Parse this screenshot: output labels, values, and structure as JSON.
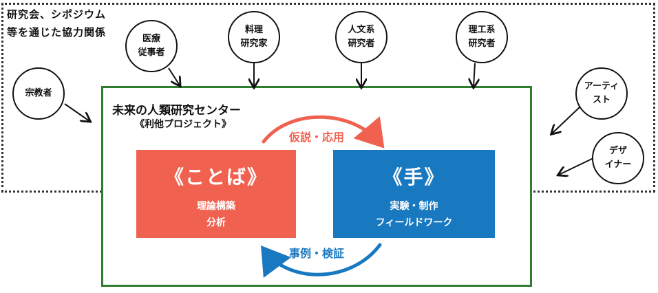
{
  "outer": {
    "label_line1": "研究会、シポジウム",
    "label_line2": "等を通じた協力関係"
  },
  "center": {
    "title": "未来の人類研究センター",
    "subtitle": "《利他プロジェクト》"
  },
  "blocks": {
    "left": {
      "title": "《ことば》",
      "line1": "理論構築",
      "line2": "分析",
      "color": "#f06150"
    },
    "right": {
      "title": "《手》",
      "line1": "実験・制作",
      "line2": "フィールドワーク",
      "color": "#1878c0"
    }
  },
  "arrows": {
    "top_label": "仮説・応用",
    "bottom_label": "事例・検証"
  },
  "stakeholders": [
    {
      "id": "religion",
      "line1": "宗教者",
      "line2": ""
    },
    {
      "id": "medical",
      "line1": "医療",
      "line2": "従事者"
    },
    {
      "id": "chef",
      "line1": "料理",
      "line2": "研究家"
    },
    {
      "id": "humanities",
      "line1": "人文系",
      "line2": "研究者"
    },
    {
      "id": "science",
      "line1": "理工系",
      "line2": "研究者"
    },
    {
      "id": "artist",
      "line1": "アーティ",
      "line2": "スト"
    },
    {
      "id": "designer",
      "line1": "デザ",
      "line2": "イナー"
    }
  ],
  "colors": {
    "frame_green": "#2f7d2f",
    "accent_red": "#f06150",
    "accent_blue": "#1878c0"
  }
}
